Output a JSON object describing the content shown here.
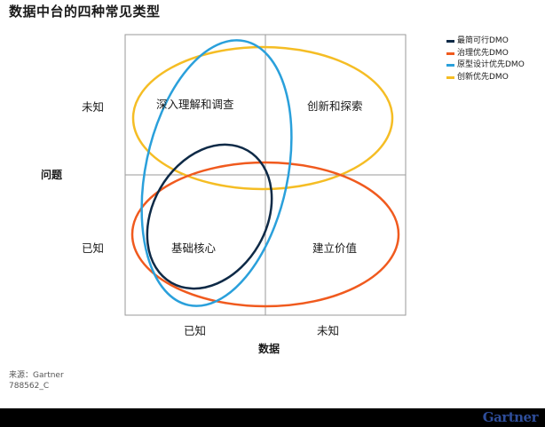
{
  "title": "数据中台的四种常见类型",
  "legend": [
    {
      "label": "最简可行DMO",
      "color": "#0e2a47"
    },
    {
      "label": "治理优先DMO",
      "color": "#f05a1e"
    },
    {
      "label": "原型设计优先DMO",
      "color": "#2aa0db"
    },
    {
      "label": "创新优先DMO",
      "color": "#f5bd24"
    }
  ],
  "quadrants": {
    "top_left": "深入理解和调查",
    "top_right": "创新和探索",
    "bottom_left": "基础核心",
    "bottom_right": "建立价值"
  },
  "y_axis": {
    "title": "问题",
    "ticks": [
      "未知",
      "已知"
    ]
  },
  "x_axis": {
    "title": "数据",
    "ticks": [
      "已知",
      "未知"
    ]
  },
  "source": {
    "line1": "来源：Gartner",
    "line2": "788562_C"
  },
  "brand": "Gartner",
  "colors": {
    "grid": "#9a9a9a",
    "footer": "#000000",
    "brand": "#2e4d9a"
  }
}
